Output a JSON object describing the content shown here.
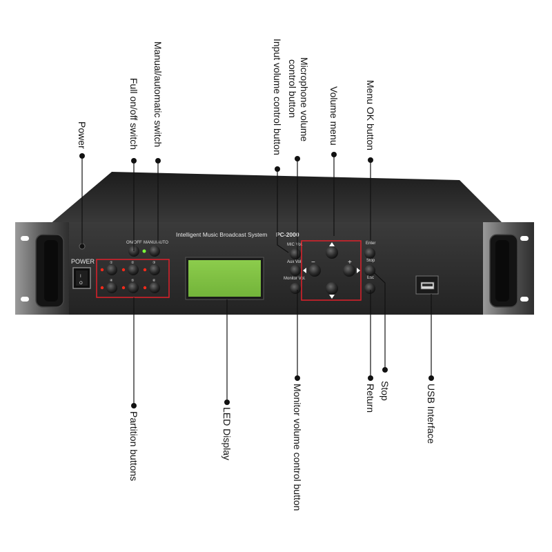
{
  "device": {
    "title": "Intelligent Music Broadcast System",
    "model": "PC-2000",
    "power_label": "POWER",
    "onoff_label": "ON/OFF",
    "manual_label": "MANU/AUTO",
    "mic_label": "MIC Vol.",
    "aux_label": "Aux Vol.",
    "monitor_label": "Monitor Vol.",
    "enter_label": "Enter",
    "stop_label": "Stop",
    "esc_label": "Esc",
    "minus_label": "−",
    "plus_label": "+",
    "power_on_mark": "I",
    "power_off_mark": "O",
    "partition_numbers": [
      "①",
      "②",
      "③",
      "④",
      "⑤",
      "⑥"
    ]
  },
  "callouts": {
    "power": "Power",
    "full_onoff": "Full on/off switch",
    "manual_auto": "Manual/automatic switch",
    "input_volume": "Input volume control button",
    "mic_volume_line1": "Microphone volume",
    "mic_volume_line2": "control  button",
    "volume_menu": "Volume menu",
    "menu_ok": "Menu OK button",
    "partition": "Partition buttons",
    "led_display": "LED Display",
    "monitor_volume": "Monitor volume control button",
    "return": "Return",
    "stop": "Stop",
    "usb": "USB Interface"
  },
  "colors": {
    "panel": "#2b2b2b",
    "lcd": "#7ec043",
    "highlight_box": "#e0202a",
    "led_red": "#ff2a1a",
    "led_green": "#7dff3a",
    "leader_line": "#111111"
  }
}
